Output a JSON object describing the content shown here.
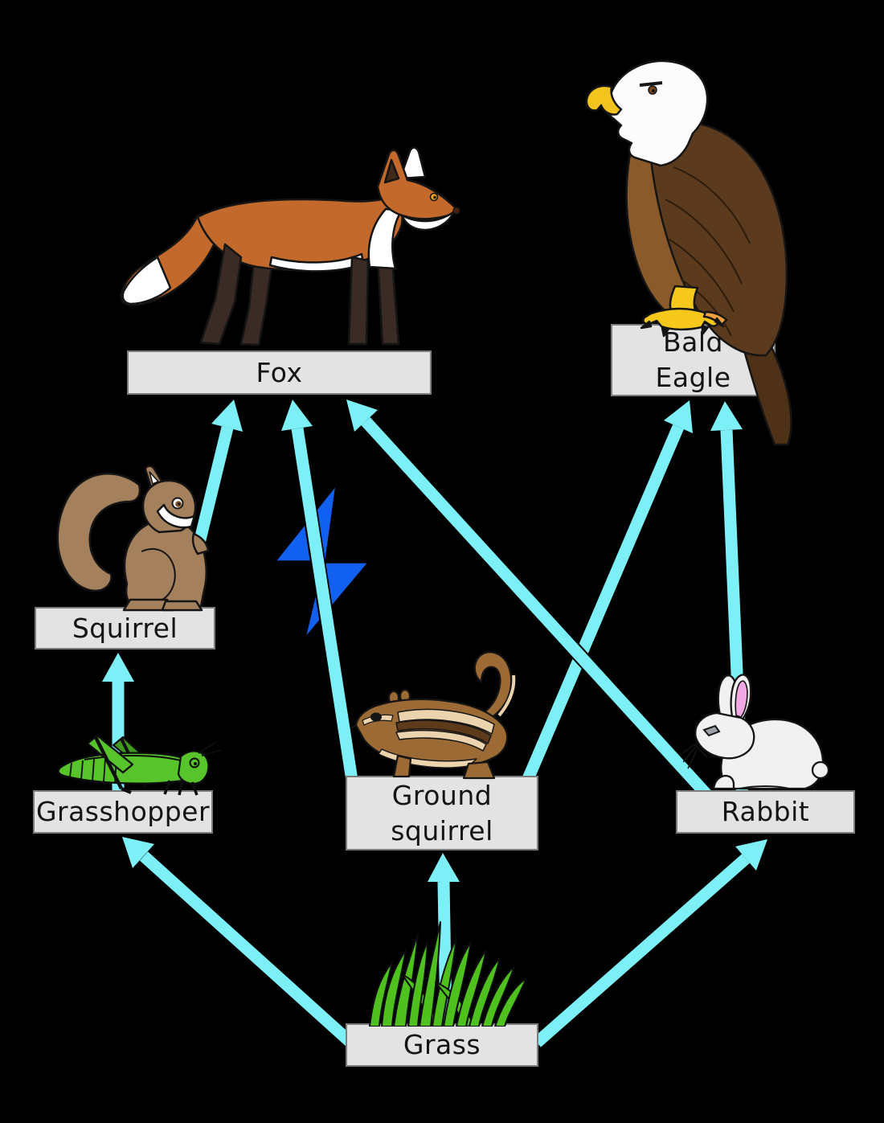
{
  "diagram": {
    "type": "food-web",
    "background": "#000000",
    "nodes": {
      "fox": {
        "label": "Fox"
      },
      "bald_eagle": {
        "label": "Bald\nEagle"
      },
      "squirrel": {
        "label": "Squirrel"
      },
      "ground_squirrel": {
        "label": "Ground\nsquirrel"
      },
      "rabbit": {
        "label": "Rabbit"
      },
      "grasshopper": {
        "label": "Grasshopper"
      },
      "grass": {
        "label": "Grass"
      }
    },
    "edges": [
      {
        "from": "Grass",
        "to": "Grasshopper"
      },
      {
        "from": "Grass",
        "to": "Ground squirrel"
      },
      {
        "from": "Grass",
        "to": "Rabbit"
      },
      {
        "from": "Grasshopper",
        "to": "Squirrel"
      },
      {
        "from": "Squirrel",
        "to": "Fox"
      },
      {
        "from": "Ground squirrel",
        "to": "Fox",
        "note": "crosses lightning-bolt symbol"
      },
      {
        "from": "Ground squirrel",
        "to": "Bald Eagle"
      },
      {
        "from": "Rabbit",
        "to": "Fox"
      },
      {
        "from": "Rabbit",
        "to": "Bald Eagle"
      }
    ],
    "icons": {
      "lightning_bolt": "energy-interruption marker on Ground squirrel to Fox arrow",
      "animals": [
        "fox",
        "bald-eagle",
        "squirrel",
        "chipmunk",
        "rabbit",
        "grasshopper",
        "grass"
      ]
    },
    "colors": {
      "arrow": "#7DEFF6",
      "lightning_bolt": "#1160F0",
      "box_fill": "#E3E3E3",
      "box_border": "#7D7D7D",
      "text": "#141414"
    }
  }
}
